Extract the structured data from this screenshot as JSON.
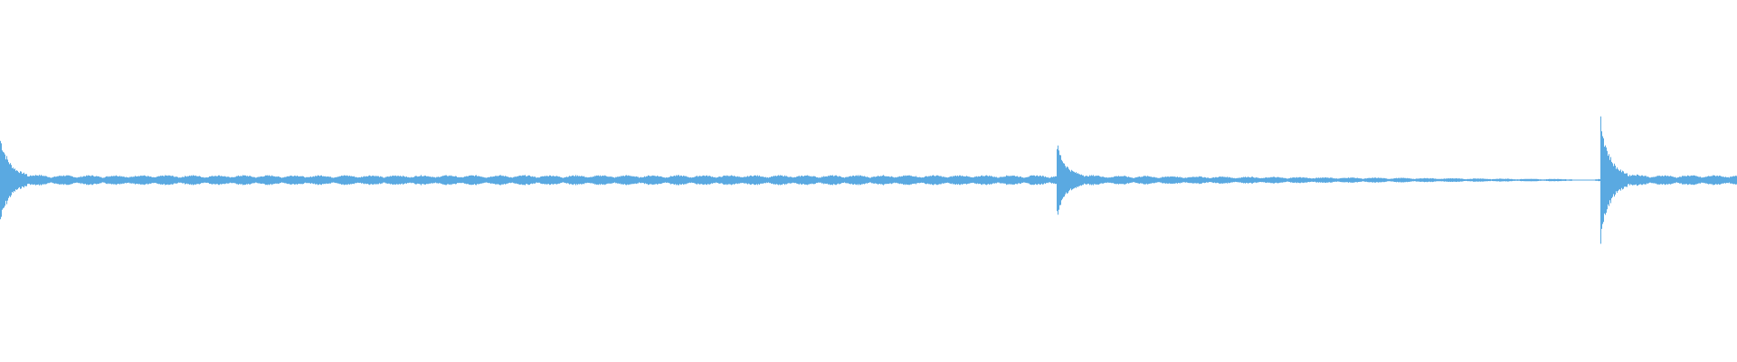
{
  "waveform": {
    "color": "#5aa9e1",
    "background": "#ffffff",
    "channels": 1,
    "transients": [
      {
        "name": "onset-1",
        "position": 0.0,
        "peak_amplitude": 0.62
      },
      {
        "name": "onset-2",
        "position": 0.608,
        "peak_amplitude": 0.5
      },
      {
        "name": "onset-3",
        "position": 0.921,
        "peak_amplitude": 0.95
      }
    ],
    "sustain_amplitude": 0.07,
    "silent_gap": {
      "start": 0.905,
      "end": 0.918
    }
  }
}
